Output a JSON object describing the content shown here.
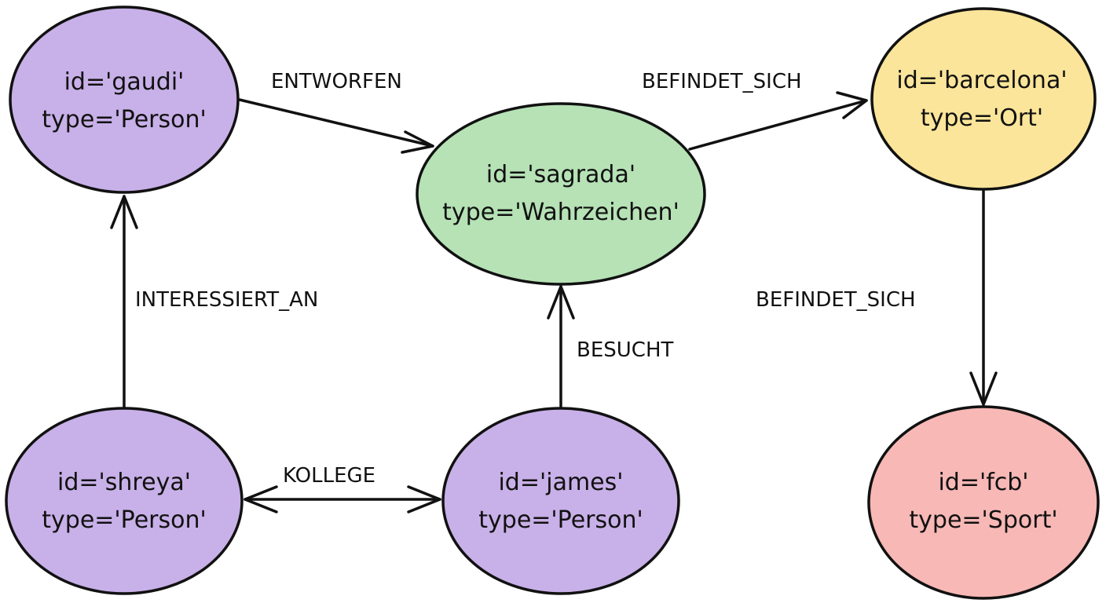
{
  "nodes": {
    "gaudi": {
      "id_text": "id='gaudi'",
      "type_text": "type='Person'",
      "color": "#c8b0e8"
    },
    "sagrada": {
      "id_text": "id='sagrada'",
      "type_text": "type='Wahrzeichen'",
      "color": "#b6e2b6"
    },
    "barcelona": {
      "id_text": "id='barcelona'",
      "type_text": "type='Ort'",
      "color": "#fbe59a"
    },
    "shreya": {
      "id_text": "id='shreya'",
      "type_text": "type='Person'",
      "color": "#c8b0e8"
    },
    "james": {
      "id_text": "id='james'",
      "type_text": "type='Person'",
      "color": "#c8b0e8"
    },
    "fcb": {
      "id_text": "id='fcb'",
      "type_text": "type='Sport'",
      "color": "#f7b8b6"
    }
  },
  "edges": {
    "gaudi_sagrada": {
      "label": "ENTWORFEN",
      "from": "gaudi",
      "to": "sagrada",
      "direction": "forward"
    },
    "sagrada_barcelona": {
      "label": "BEFINDET_SICH",
      "from": "sagrada",
      "to": "barcelona",
      "direction": "forward"
    },
    "shreya_gaudi": {
      "label": "INTERESSIERT_AN",
      "from": "shreya",
      "to": "gaudi",
      "direction": "forward"
    },
    "james_sagrada": {
      "label": "BESUCHT",
      "from": "james",
      "to": "sagrada",
      "direction": "forward"
    },
    "barcelona_fcb": {
      "label": "BEFINDET_SICH",
      "from": "barcelona",
      "to": "fcb",
      "direction": "forward"
    },
    "shreya_james": {
      "label": "KOLLEGE",
      "from": "shreya",
      "to": "james",
      "direction": "both"
    }
  }
}
